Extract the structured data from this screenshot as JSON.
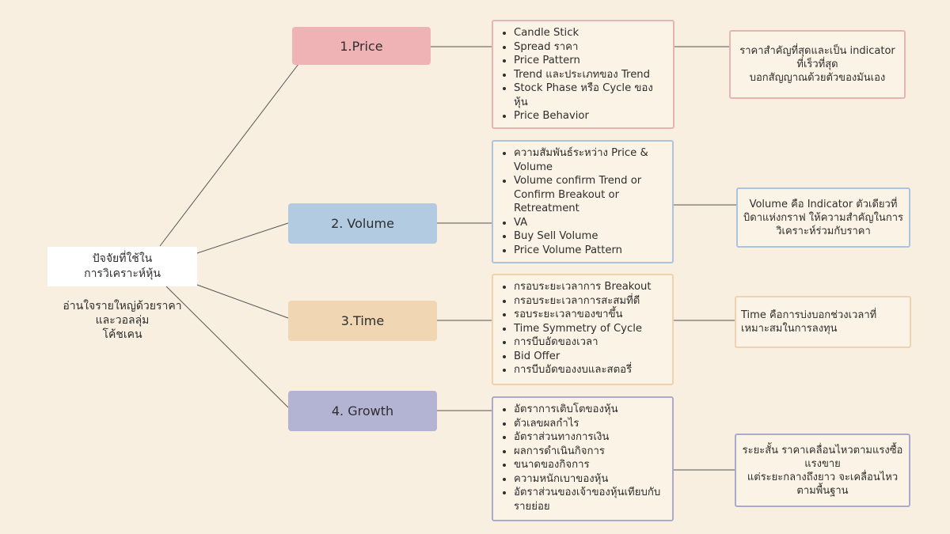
{
  "root": {
    "label_line1": "ปัจจัยที่ใช้ใน",
    "label_line2": "การวิเคราะห์หุ้น",
    "subtitle_line1": "อ่านใจรายใหญ่ด้วยราคา",
    "subtitle_line2": "และวอลลุ่ม",
    "subtitle_line3": "โค้ชเคน"
  },
  "branches": [
    {
      "label": "1.Price",
      "color": "#f0b3b5",
      "border": "#eab3b3",
      "items": [
        "Candle Stick",
        "Spread ราคา",
        "Price Pattern",
        "Trend และประเภทของ Trend",
        "Stock Phase หรือ Cycle ของหุ้น",
        "Price Behavior"
      ],
      "note": [
        "ราคาสำคัญที่สุดและเป็น indicator ที่เร็วที่สุด",
        "บอกสัญญาณด้วยตัวของมันเอง"
      ]
    },
    {
      "label": "2. Volume",
      "color": "#b3cbe1",
      "border": "#a9c4dc",
      "items": [
        "ความสัมพันธ์ระหว่าง Price & Volume",
        "Volume confirm Trend or Confirm Breakout or Retreatment",
        "VA",
        "Buy Sell Volume",
        "Price Volume Pattern"
      ],
      "note": [
        "Volume คือ Indicator ตัวเดียวที่",
        "บิดาแห่งกราฟ ให้ความสำคัญในการ",
        "วิเคราะห์ร่วมกับราคา"
      ]
    },
    {
      "label": "3.Time",
      "color": "#f0d6b2",
      "border": "#eed3ae",
      "items": [
        "กรอบระยะเวลาการ Breakout",
        "กรอบระยะเวลาการสะสมที่ดี",
        "รอบระยะเวลาของขาขึ้น",
        "Time Symmetry of Cycle",
        "การบีบอัดของเวลา",
        "Bid Offer",
        "การบีบอัดของงบและสตอรี่"
      ],
      "note": [
        "Time คือการบ่งบอกช่วงเวลาที่",
        "เหมาะสมในการลงทุน"
      ]
    },
    {
      "label": "4. Growth",
      "color": "#b3b3d4",
      "border": "#aaaacc",
      "items": [
        "อัตราการเติบโตของหุ้น",
        "ตัวเลขผลกำไร",
        "อัตราส่วนทางการเงิน",
        "ผลการดำเนินกิจการ",
        "ขนาดของกิจการ",
        "ความหนักเบาของหุ้น",
        "อัตราส่วนของเจ้าของหุ้นเทียบกับรายย่อย"
      ],
      "note": [
        "ระยะสั้น ราคาเคลื่อนไหวตามแรงซื้อแรงขาย",
        "แต่ระยะกลางถึงยาว จะเคลื่อนไหวตามพื้นฐาน"
      ]
    }
  ]
}
